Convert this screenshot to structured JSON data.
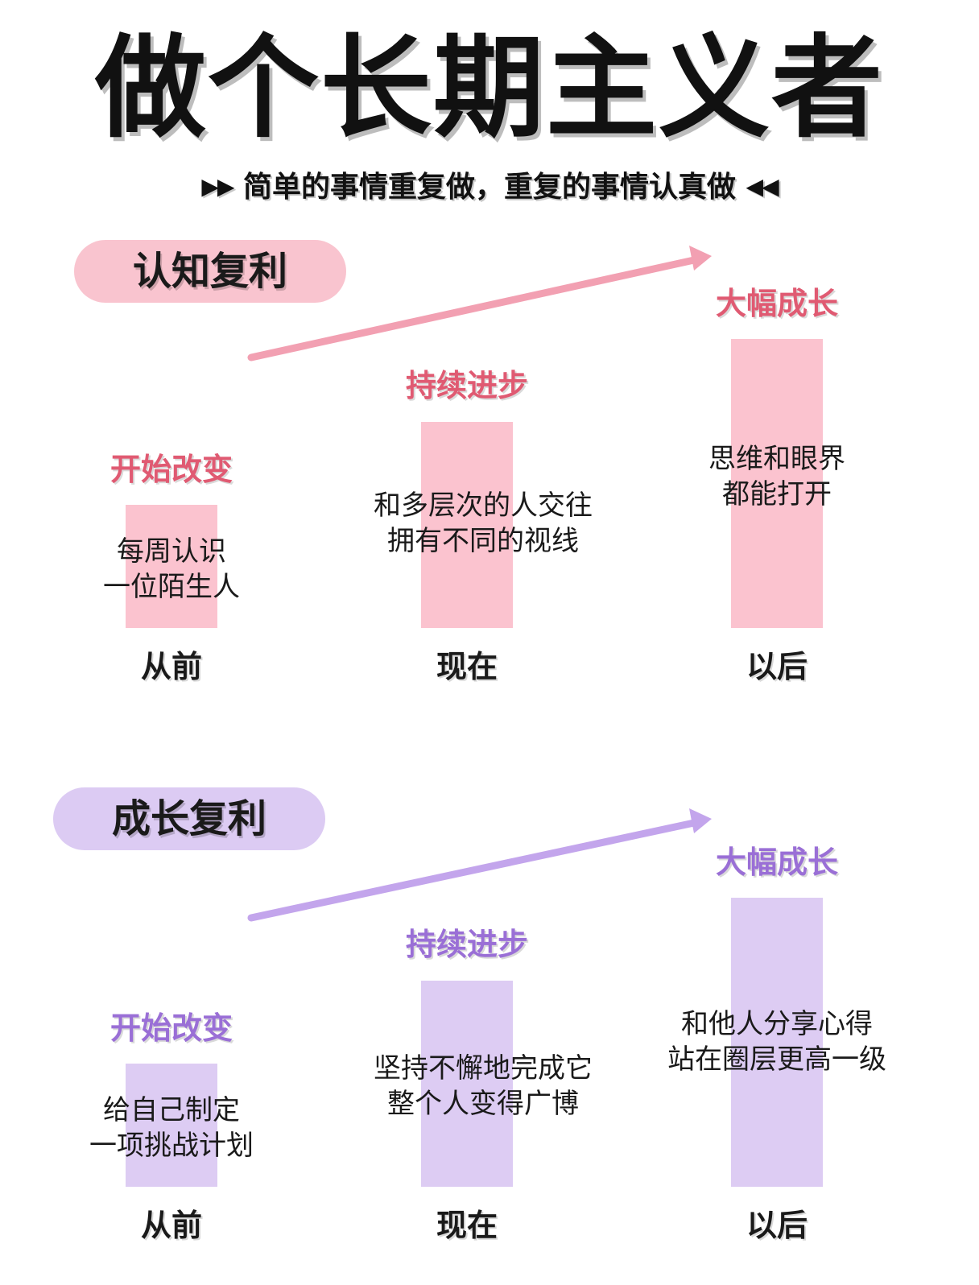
{
  "header": {
    "title": "做个长期主义者",
    "subtitle_left": "▶▶",
    "subtitle": "简单的事情重复做，重复的事情认真做",
    "subtitle_right": "◀◀"
  },
  "sections": [
    {
      "title": "认知复利",
      "colors": {
        "pill": "#f9c4cf",
        "bar": "#fbc3cf",
        "stage": "#e05a72",
        "arrow": "#f2a0b2"
      },
      "stages": [
        {
          "stage": "开始改变",
          "desc_line1": "每周认识",
          "desc_line2": "一位陌生人",
          "time": "从前"
        },
        {
          "stage": "持续进步",
          "desc_line1": "和多层次的人交往",
          "desc_line2": "拥有不同的视线",
          "time": "现在"
        },
        {
          "stage": "大幅成长",
          "desc_line1": "思维和眼界",
          "desc_line2": "都能打开",
          "time": "以后"
        }
      ]
    },
    {
      "title": "成长复利",
      "colors": {
        "pill": "#dccbf3",
        "bar": "#ddccf3",
        "stage": "#9a6fd6",
        "arrow": "#c3a5ec"
      },
      "stages": [
        {
          "stage": "开始改变",
          "desc_line1": "给自己制定",
          "desc_line2": "一项挑战计划",
          "time": "从前"
        },
        {
          "stage": "持续进步",
          "desc_line1": "坚持不懈地完成它",
          "desc_line2": "整个人变得广博",
          "time": "现在"
        },
        {
          "stage": "大幅成长",
          "desc_line1": "和他人分享心得",
          "desc_line2": "站在圈层更高一级",
          "time": "以后"
        }
      ]
    }
  ]
}
